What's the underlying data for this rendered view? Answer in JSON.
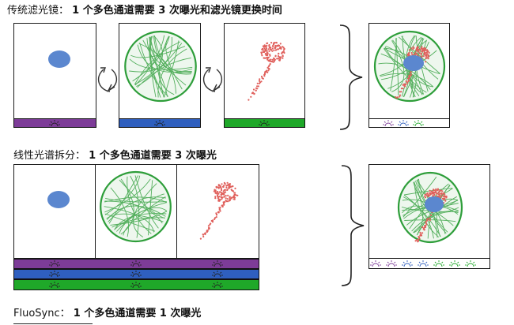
{
  "headings": {
    "filter": {
      "lead": "传统滤光镜：",
      "rest": "1 个多色通道需要 3 次曝光和滤光镜更换时间"
    },
    "spectral": {
      "lead": "线性光谱拆分：",
      "rest": "1 个多色通道需要 3 次曝光"
    },
    "fluosync": {
      "lead": "FluoSync：",
      "rest": "1 个多色通道需要 1 次曝光"
    }
  },
  "colors": {
    "nucleus": "#5b87cf",
    "cytoskeleton": "#2e9e3a",
    "mito": "#e0605c",
    "purple": "#7d3c98",
    "blue": "#2f5fbf",
    "green": "#1fa829"
  },
  "icons": [
    "sun-icon",
    "rotate-arrow-icon",
    "right-brace-icon"
  ]
}
